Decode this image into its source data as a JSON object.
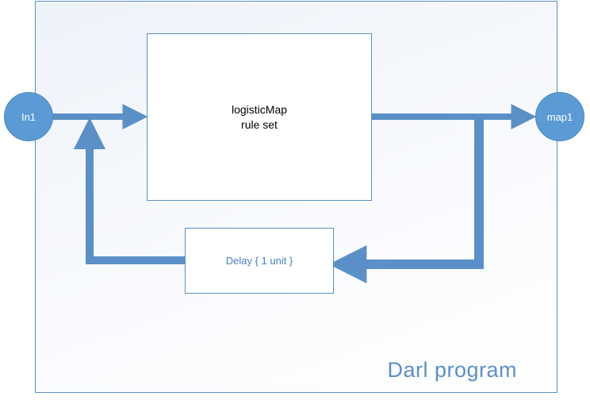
{
  "diagram": {
    "program_label": "Darl program",
    "ruleset": {
      "line1": "logisticMap",
      "line2": "rule set"
    },
    "delay": {
      "label": "Delay { 1 unit }"
    },
    "input_node": {
      "label": "In1"
    },
    "output_node": {
      "label": "map1"
    },
    "colors": {
      "frame_border": "#5b8fc7",
      "node_fill": "#5b9bd5",
      "arrow": "#5b8fc7",
      "delay_text": "#4a7fbf"
    }
  }
}
